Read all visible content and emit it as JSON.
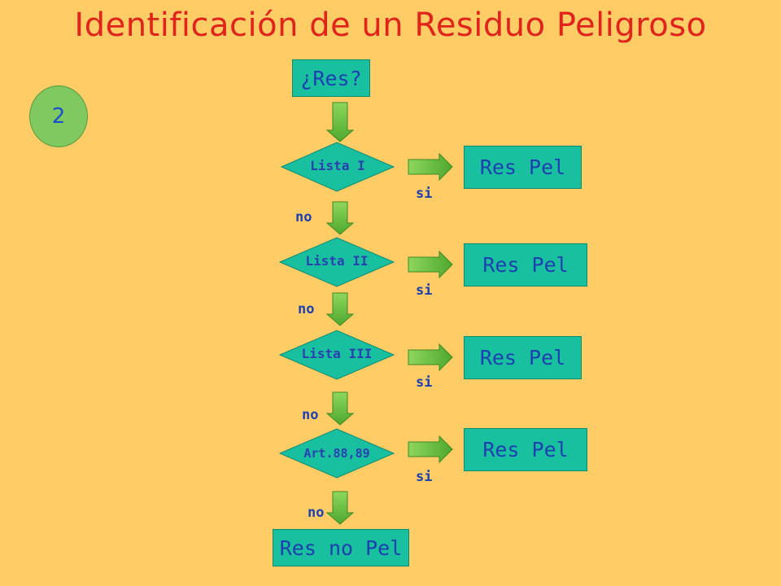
{
  "title": "Identificación de un Residuo Peligroso",
  "badge": "2",
  "start_box": "¿Res?",
  "decisions": [
    {
      "label": "Lista I"
    },
    {
      "label": "Lista II"
    },
    {
      "label": "Lista III"
    },
    {
      "label": "Art.88,89"
    }
  ],
  "yes_label": "si",
  "no_label": "no",
  "result_box": "Res Pel",
  "end_box": "Res no Pel",
  "colors": {
    "background": "#FFCC66",
    "title": "#E0231B",
    "box_fill": "#19C0A0",
    "arrow_fill": "#66CC33",
    "text": "#1d3fb0"
  }
}
